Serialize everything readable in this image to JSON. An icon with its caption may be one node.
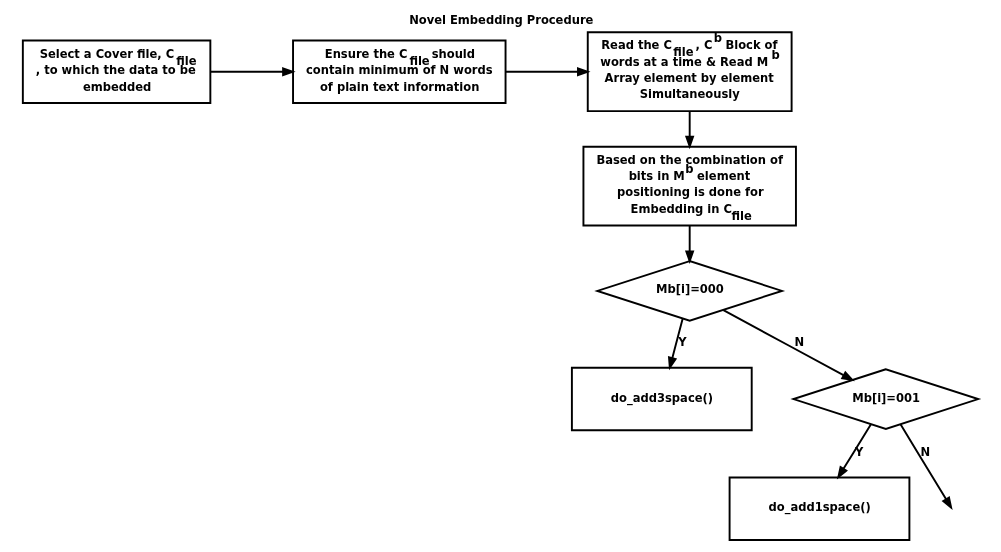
{
  "diagram": {
    "title": "Novel Embedding Procedure",
    "nodes": [
      {
        "text": [
          "Select a Cover file, C$_{file}$ , to which the data to be embedded"
        ]
      },
      {
        "text": [
          "Ensure the C$_{file}$ should contain minimum of N words of plain text information"
        ]
      },
      {
        "text": [
          "Read the C$_{file}$ , C$^{b}$ Block of words at a time & Read M$^{b}$ Array element by element Simultaneously"
        ]
      },
      {
        "text": [
          "Based on the combination of bits in M$^{b}$ element positioning is done for Embedding in C$_{file}$"
        ]
      },
      {
        "text": [
          "Mb[i]=000"
        ]
      },
      {
        "text": [
          "do_add3space()"
        ]
      },
      {
        "text": [
          "Mb[i]=001"
        ]
      },
      {
        "text": [
          "do_add1space()"
        ]
      }
    ],
    "edges": [
      {
        "from": 0,
        "to": 1,
        "arrow": "to"
      },
      {
        "from": 1,
        "to": 2,
        "arrow": "to"
      },
      {
        "from": 2,
        "to": 3,
        "arrow": "to"
      },
      {
        "from": 3,
        "to": 4,
        "arrow": "to"
      },
      {
        "from": 4,
        "to": 5,
        "arrow": "to",
        "label": "Y"
      },
      {
        "from": 4,
        "to": 6,
        "arrow": "to",
        "label": "N"
      },
      {
        "from": 6,
        "to": 7,
        "arrow": "to",
        "label": "Y"
      },
      {
        "from": 6,
        "to": null,
        "arrow": "to",
        "label": "N"
      }
    ]
  }
}
